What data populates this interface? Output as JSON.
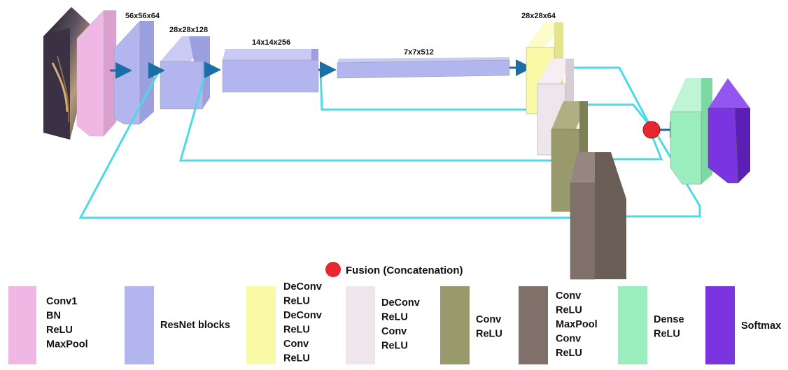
{
  "dimensions": {
    "d56": "56x56x64",
    "d28": "28x28x128",
    "d14": "14x14x256",
    "d7": "7x7x512",
    "dec": "28x28x64"
  },
  "fusion_label": "Fusion (Concatenation)",
  "legend": [
    {
      "color": "#efb7e4",
      "lines": [
        "Conv1",
        "BN",
        "ReLU",
        "MaxPool"
      ]
    },
    {
      "color": "#b3b6ee",
      "lines": [
        "ResNet blocks"
      ]
    },
    {
      "color": "#fafaa6",
      "lines": [
        "DeConv",
        "ReLU",
        "DeConv",
        "ReLU",
        "Conv",
        "ReLU"
      ]
    },
    {
      "color": "#efe6ec",
      "lines": [
        "DeConv",
        "ReLU",
        "Conv",
        "ReLU"
      ]
    },
    {
      "color": "#989a6c",
      "lines": [
        "Conv",
        "ReLU"
      ]
    },
    {
      "color": "#7f7169",
      "lines": [
        "Conv",
        "ReLU",
        "MaxPool",
        "Conv",
        "ReLU"
      ]
    },
    {
      "color": "#9aeebe",
      "lines": [
        "Dense",
        "ReLU"
      ]
    },
    {
      "color": "#7a35e0",
      "lines": [
        "Softmax"
      ]
    }
  ],
  "colors": {
    "conv1": "#efb7e4",
    "resnet": "#b3b6ee",
    "yellow": "#fafaa6",
    "lightpink": "#efe6ec",
    "olive": "#989a6c",
    "brown": "#7f7169",
    "dense": "#9aeebe",
    "softmax": "#7a35e0",
    "connector": "#4dd9e6",
    "fusion": "#e8262f"
  },
  "icons": {
    "input": "input-image-thumbnail",
    "fusion": "fusion-node-icon"
  }
}
